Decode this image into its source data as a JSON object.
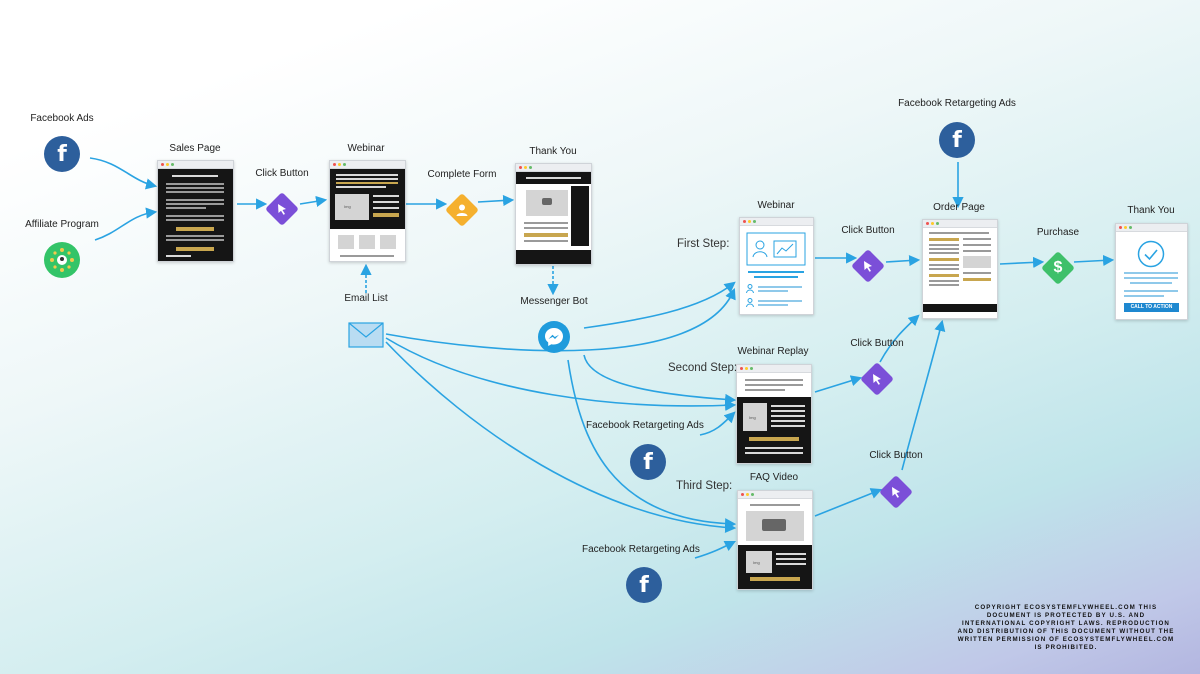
{
  "sources": {
    "facebook_ads": "Facebook Ads",
    "affiliate_program": "Affiliate Program",
    "facebook_retargeting_top": "Facebook Retargeting Ads",
    "facebook_retargeting_second": "Facebook Retargeting Ads",
    "facebook_retargeting_third": "Facebook Retargeting Ads"
  },
  "pages": {
    "sales_page": "Sales Page",
    "webinar": "Webinar",
    "thank_you": "Thank You",
    "webinar_step1": "Webinar",
    "webinar_replay": "Webinar Replay",
    "faq_video": "FAQ Video",
    "order_page": "Order Page",
    "final_thank_you": "Thank You"
  },
  "actions": {
    "click_button_1": "Click Button",
    "complete_form": "Complete Form",
    "click_button_2": "Click Button",
    "click_button_3": "Click Button",
    "click_button_4": "Click Button",
    "purchase": "Purchase"
  },
  "channels": {
    "email_list": "Email List",
    "messenger_bot": "Messenger Bot"
  },
  "steps": {
    "first": "First Step:",
    "second": "Second Step:",
    "third": "Third Step:"
  },
  "mockups": {
    "cta_label": "CALL TO ACTION"
  },
  "copyright": "Copyright ecosystemflywheel.com This document is protected by U.S. and international copyright laws. Reproduction and distribution of this document without the written permission of ecosystemflywheel.com is prohibited.",
  "icons": {
    "facebook": "facebook-icon",
    "affiliate": "network-people-icon",
    "click": "cursor-click-icon",
    "form": "person-icon",
    "email": "envelope-icon",
    "messenger": "messenger-icon",
    "purchase": "dollar-icon"
  },
  "colors": {
    "arrow": "#2aa3e2",
    "click_button": "#7b4fd8",
    "form": "#f5b02e",
    "purchase": "#3ec06a",
    "facebook": "#2d5f9c",
    "messenger": "#1f9bdc"
  }
}
